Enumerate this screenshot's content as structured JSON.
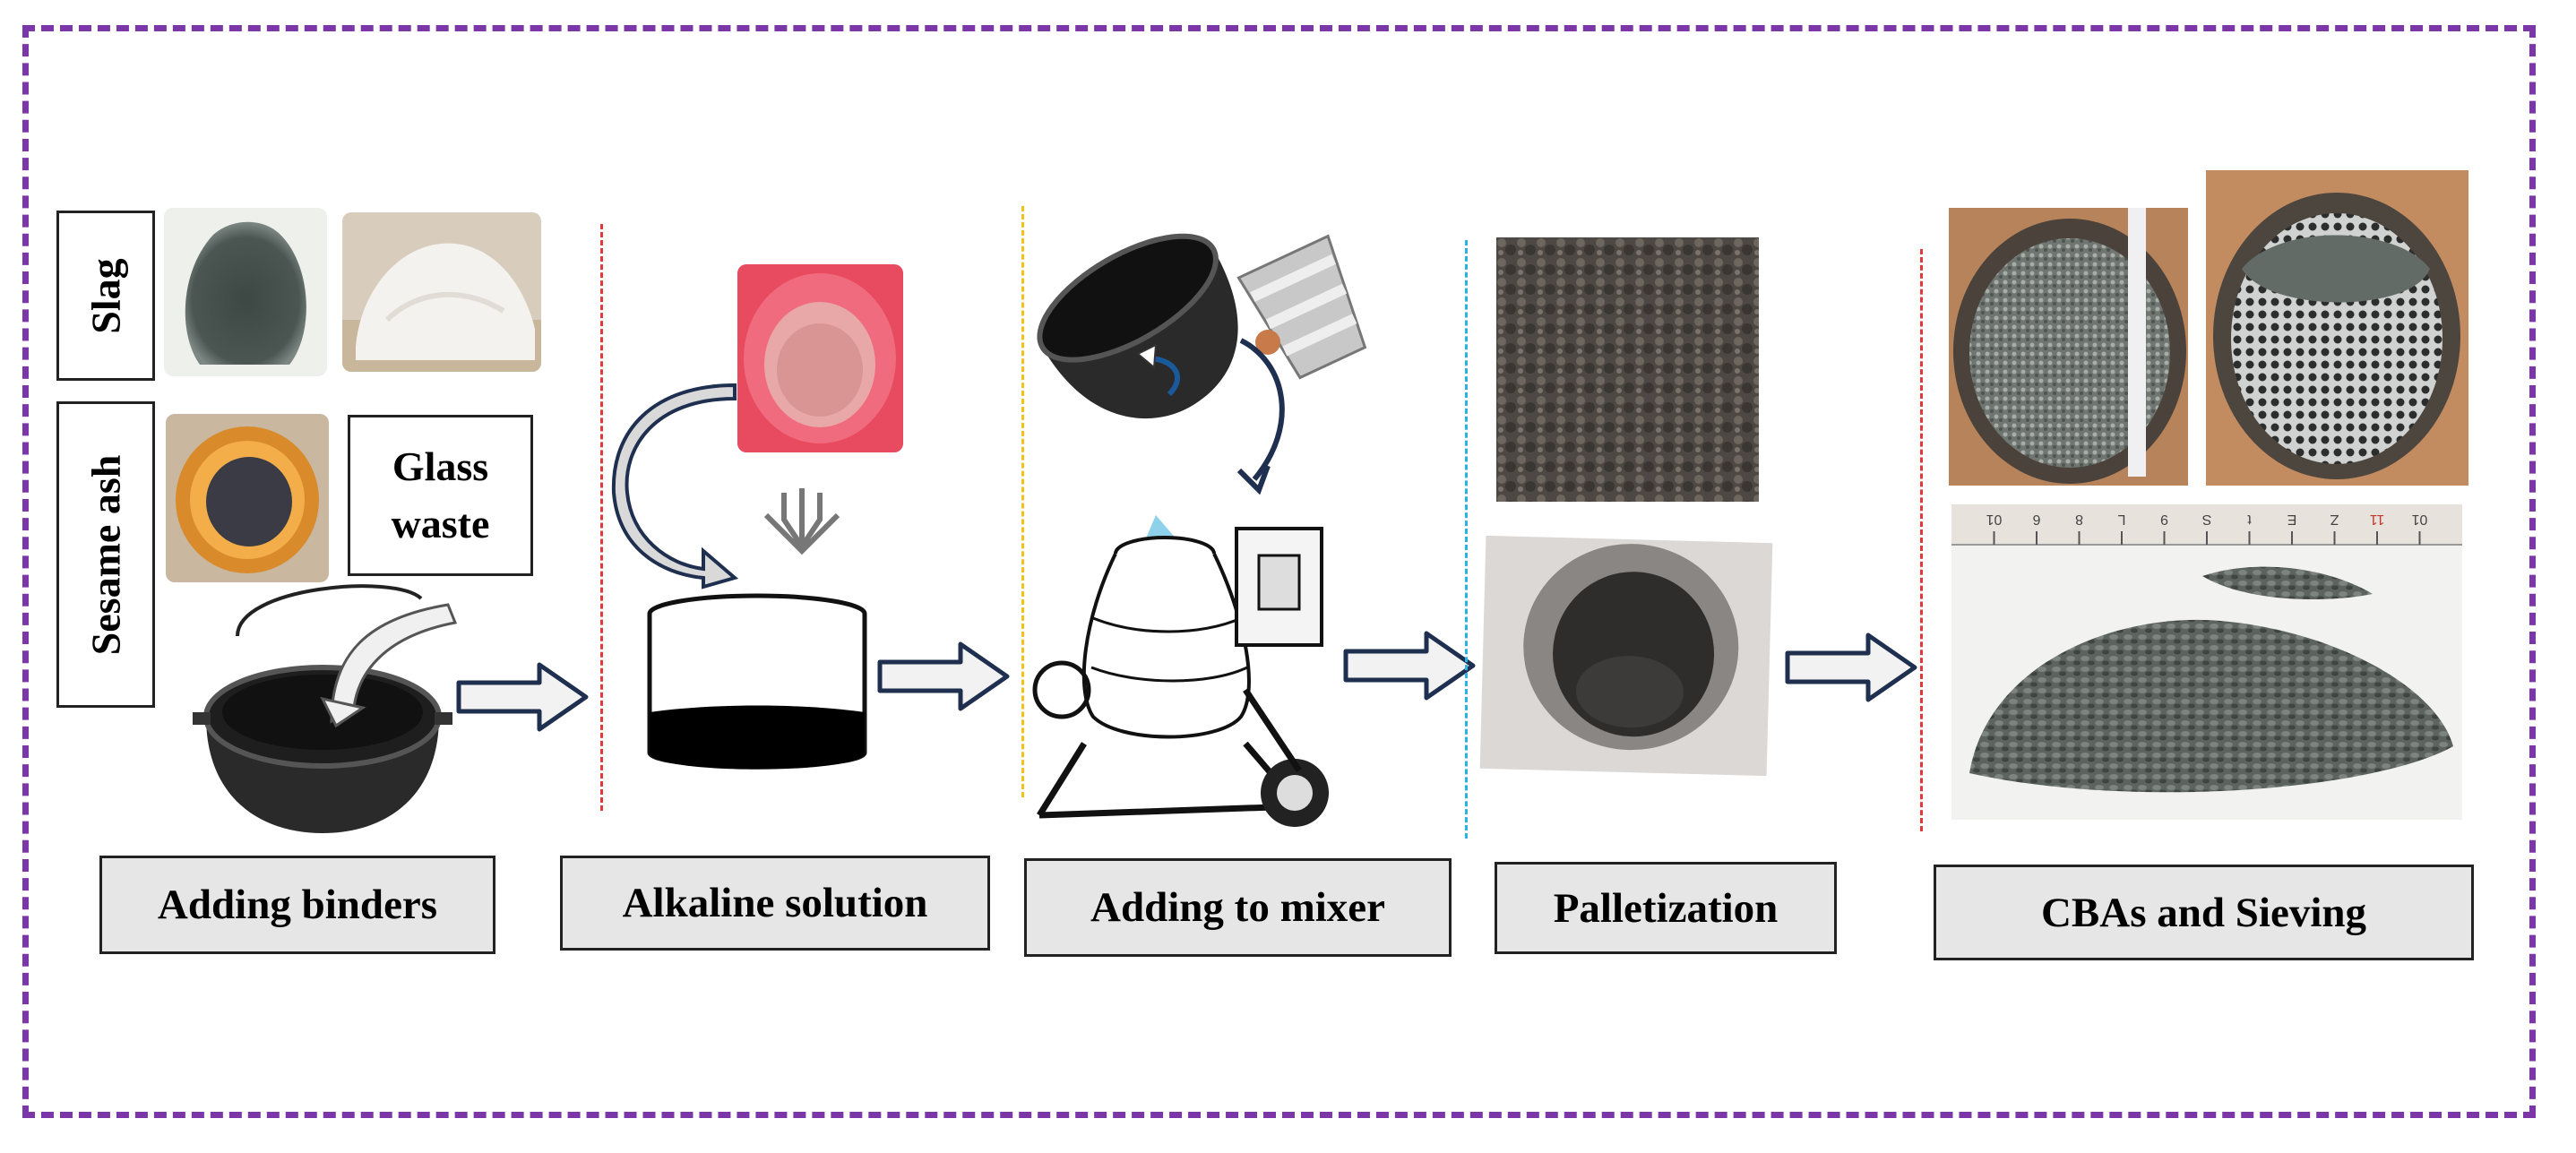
{
  "diagram": {
    "stages": [
      {
        "label": "Adding binders"
      },
      {
        "label": "Alkaline solution"
      },
      {
        "label": "Adding to mixer"
      },
      {
        "label": "Palletization"
      },
      {
        "label": "CBAs and Sieving"
      }
    ],
    "materials": {
      "slag": "Slag",
      "sesame_ash": "Sesame ash",
      "glass_waste_line1": "Glass",
      "glass_waste_line2": "waste"
    },
    "ruler_ticks": [
      "01",
      "6",
      "8",
      "L",
      "9",
      "S",
      "t",
      "E",
      "Z",
      "11",
      "01"
    ],
    "colors": {
      "frame": "#7b36a8",
      "label_bg": "#e6e6e6",
      "divider_red": "#e03a3a",
      "divider_yellow": "#f2c21a",
      "divider_cyan": "#2ab3e0",
      "arrow_stroke": "#1f2f4f",
      "arrow_fill": "#f2f2f2"
    }
  }
}
